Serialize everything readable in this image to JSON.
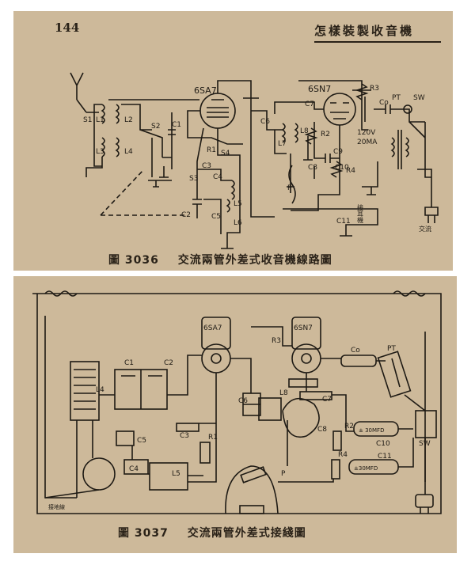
{
  "page": {
    "number": "144",
    "running_head": "怎樣裝製收音機"
  },
  "figure_top": {
    "caption_num": "圖 3036",
    "caption_text": "交流兩管外差式收音機線路圖",
    "labels": {
      "tube1": "6SA7",
      "tube2": "6SN7",
      "s1": "S1",
      "s2": "S2",
      "s3": "S3",
      "s4": "S4",
      "sw": "SW",
      "pt": "PT",
      "l1": "L1",
      "l2": "L2",
      "l3": "L3",
      "l4": "L4",
      "l5": "L5",
      "l6": "L6",
      "l7": "L7",
      "l8": "L8",
      "c1": "C1",
      "c2": "C2",
      "c3": "C3",
      "c4": "C4",
      "c5": "C5",
      "c6": "C6",
      "c7": "C7",
      "c8": "C8",
      "c9": "C9",
      "c10": "C10",
      "c11": "C11",
      "co": "Co",
      "r1": "R1",
      "r2": "R2",
      "r3": "R3",
      "r4": "R4",
      "voltage": "120V",
      "current": "20MA",
      "p": "P",
      "earphone": "接耳機",
      "ac": "交流"
    }
  },
  "figure_bottom": {
    "caption_num": "圖 3037",
    "caption_text": "交流兩管外差式接綫圖",
    "labels": {
      "tube1": "6SA7",
      "tube2": "6SN7",
      "r3": "R3",
      "pt": "PT",
      "sw": "SW",
      "co": "Co",
      "c1": "C1",
      "c2": "C2",
      "c3": "C3",
      "c4": "C4",
      "c5": "C5",
      "c6": "C6",
      "c7": "C7",
      "c8": "C8",
      "c10": "C10",
      "c11": "C11",
      "l4": "L4",
      "l5": "L5",
      "l8": "L8",
      "r1": "R1",
      "r2": "R2",
      "r4": "R4",
      "p": "P",
      "c10_value": "± 30MFD",
      "c11_value": "±30MFD",
      "ground_label": "接地線"
    }
  }
}
